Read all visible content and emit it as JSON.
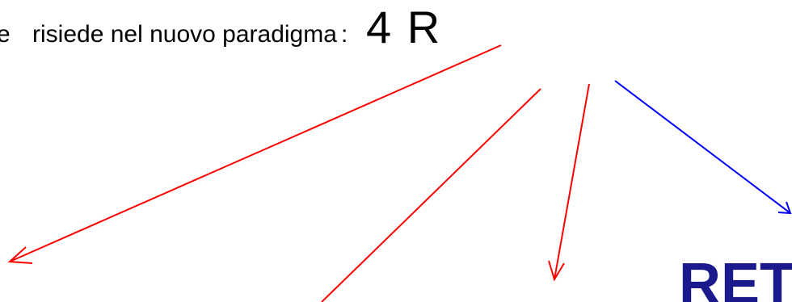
{
  "text": {
    "lead_fragment": "e",
    "lead_sentence": "risiede nel nuovo paradigma",
    "colon": ":",
    "big_label": "4 R",
    "bottom_word": "RET"
  },
  "colors": {
    "text": "#000000",
    "arrow_red": "#ff0000",
    "arrow_blue": "#0000ff",
    "bottom_word": "#1a1a8c"
  }
}
